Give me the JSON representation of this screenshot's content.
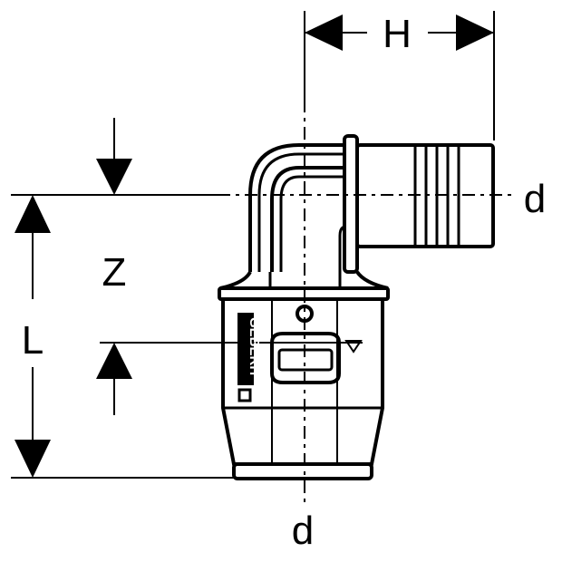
{
  "labels": {
    "H": "H",
    "Z": "Z",
    "L": "L",
    "d_right": "d",
    "d_bottom": "d"
  },
  "logo": {
    "text": "GEBERIT"
  },
  "colors": {
    "line": "#000000",
    "background": "#ffffff"
  }
}
